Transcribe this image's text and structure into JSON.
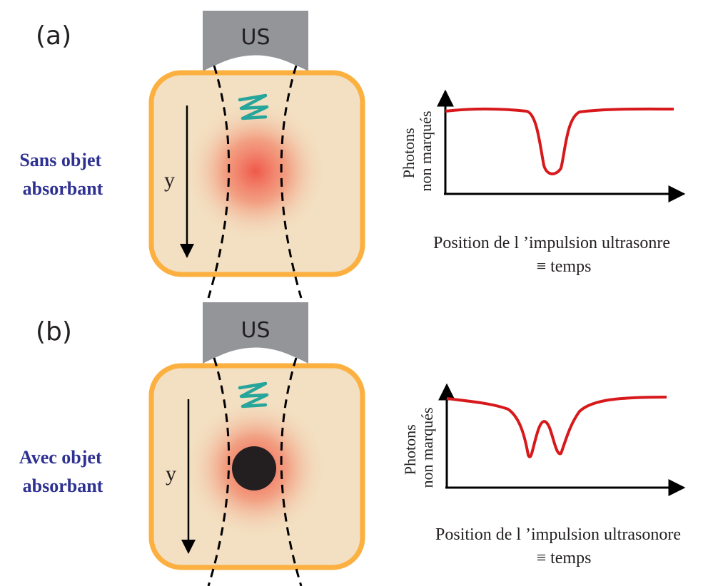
{
  "panels": [
    {
      "id": "a",
      "label": "(a)",
      "transducer_label": "US",
      "condition": [
        "Sans objet",
        "absorbant"
      ],
      "axis_label": "y",
      "has_absorber": false,
      "plot": {
        "ylabel": [
          "Photons",
          "non marqués"
        ],
        "caption": [
          "Position de l ’impulsion  ultrasonre",
          "≡ temps"
        ]
      }
    },
    {
      "id": "b",
      "label": "(b)",
      "transducer_label": "US",
      "condition": [
        "Avec objet",
        "absorbant"
      ],
      "axis_label": "y",
      "has_absorber": true,
      "plot": {
        "ylabel": [
          "Photons",
          "non marqués"
        ],
        "caption": [
          "Position de l ’impulsion ultrasonore",
          "≡ temps"
        ]
      }
    }
  ],
  "colors": {
    "medium_fill": "#f3dfc1",
    "medium_border": "#fbb040",
    "transducer": "#939598",
    "wave": "#26a69a",
    "glow": "#ef4136",
    "curve": "#d7191c",
    "absorber": "#231f20",
    "label_blue": "#2e3192"
  }
}
